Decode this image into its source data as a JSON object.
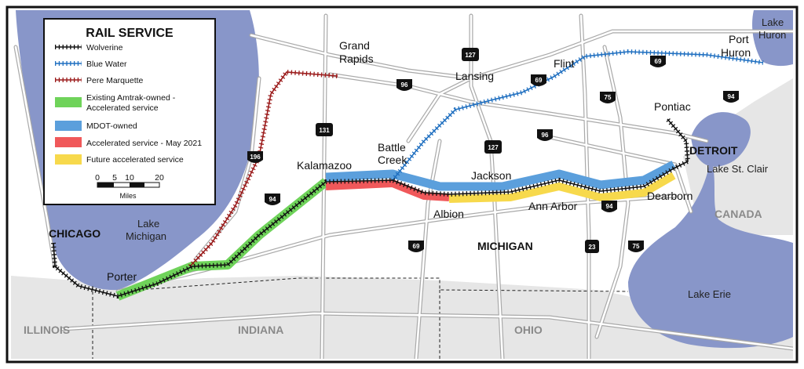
{
  "legend": {
    "title": "RAIL SERVICE",
    "items": [
      {
        "label": "Wolverine",
        "color": "#111111",
        "kind": "rail"
      },
      {
        "label": "Blue Water",
        "color": "#1f6fc0",
        "kind": "rail"
      },
      {
        "label": "Pere Marquette",
        "color": "#9b1b1b",
        "kind": "rail"
      },
      {
        "label": "Existing Amtrak-owned -",
        "label2": "Accelerated service",
        "color": "#6fd35a",
        "kind": "band"
      },
      {
        "label": "MDOT-owned",
        "color": "#5b9fdc",
        "kind": "band"
      },
      {
        "label": "Accelerated service - May 2021",
        "color": "#f0585a",
        "kind": "band"
      },
      {
        "label": "Future accelerated service",
        "color": "#f7d94c",
        "kind": "band"
      }
    ],
    "scale": {
      "ticks": [
        "0",
        "5",
        "10",
        "20"
      ],
      "unit": "Miles"
    }
  },
  "cities": {
    "chicago": "CHICAGO",
    "porter": "Porter",
    "kalamazoo": "Kalamazoo",
    "battle_creek_1": "Battle",
    "battle_creek_2": "Creek",
    "grand_rapids_1": "Grand",
    "grand_rapids_2": "Rapids",
    "lansing": "Lansing",
    "flint": "Flint",
    "port_huron_1": "Port",
    "port_huron_2": "Huron",
    "pontiac": "Pontiac",
    "detroit": "DETROIT",
    "jackson": "Jackson",
    "albion": "Albion",
    "ann_arbor": "Ann Arbor",
    "dearborn": "Dearborn"
  },
  "regions": {
    "michigan": "MICHIGAN",
    "illinois": "ILLINOIS",
    "indiana": "INDIANA",
    "ohio": "OHIO",
    "canada": "CANADA"
  },
  "water": {
    "lake_michigan_1": "Lake",
    "lake_michigan_2": "Michigan",
    "lake_huron_1": "Lake",
    "lake_huron_2": "Huron",
    "lake_st_clair": "Lake St. Clair",
    "lake_erie": "Lake Erie"
  },
  "highways": {
    "us127_north": "127",
    "i96_west": "96",
    "i69_north": "69",
    "i69_east": "69",
    "i75_north": "75",
    "i94_east": "94",
    "us131": "131",
    "i196": "196",
    "i94_west": "94",
    "us127_south": "127",
    "i96_east": "96",
    "i69_south": "69",
    "us23": "23",
    "i75_south": "75",
    "i94_south": "94"
  },
  "colors": {
    "water": "#8896c9",
    "land_other": "#e6e6e6",
    "road": "#a9a9a9"
  }
}
